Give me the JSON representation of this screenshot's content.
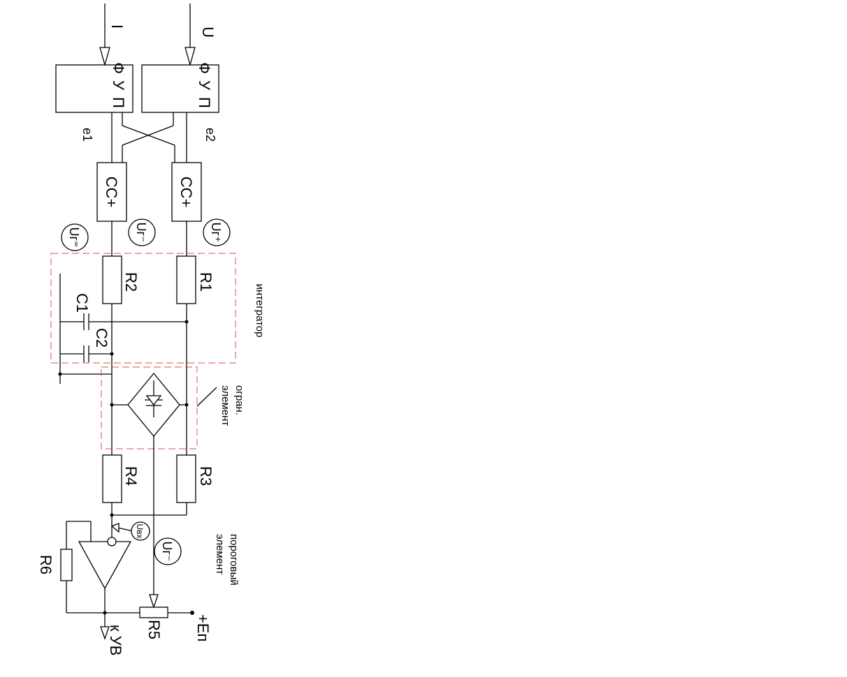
{
  "diagram": {
    "inputs": {
      "current": "I",
      "voltage": "U"
    },
    "converters": {
      "left_label": "ФУП",
      "right_label": "ФУП"
    },
    "signals": {
      "e1": "e1",
      "e2": "e2"
    },
    "comparators": {
      "left": "СС+",
      "right": "СС+"
    },
    "voltage_markers": {
      "ug_eq": "Uг⁼",
      "ug_minus": "Uг⁻",
      "ug_plus": "Uг⁺",
      "u_in": "Uвх",
      "ug_threshold": "Uг⁻"
    },
    "resistors": {
      "r1": "R1",
      "r2": "R2",
      "r3": "R3",
      "r4": "R4",
      "r5": "R5",
      "r6": "R6"
    },
    "capacitors": {
      "c1": "C1",
      "c2": "C2"
    },
    "blocks": {
      "integrator": "интегратор",
      "limiter_line1": "огран.",
      "limiter_line2": "элемент",
      "threshold_line1": "пороговый",
      "threshold_line2": "элемент"
    },
    "terminals": {
      "supply": "+Еп",
      "output": "к УВ"
    }
  }
}
